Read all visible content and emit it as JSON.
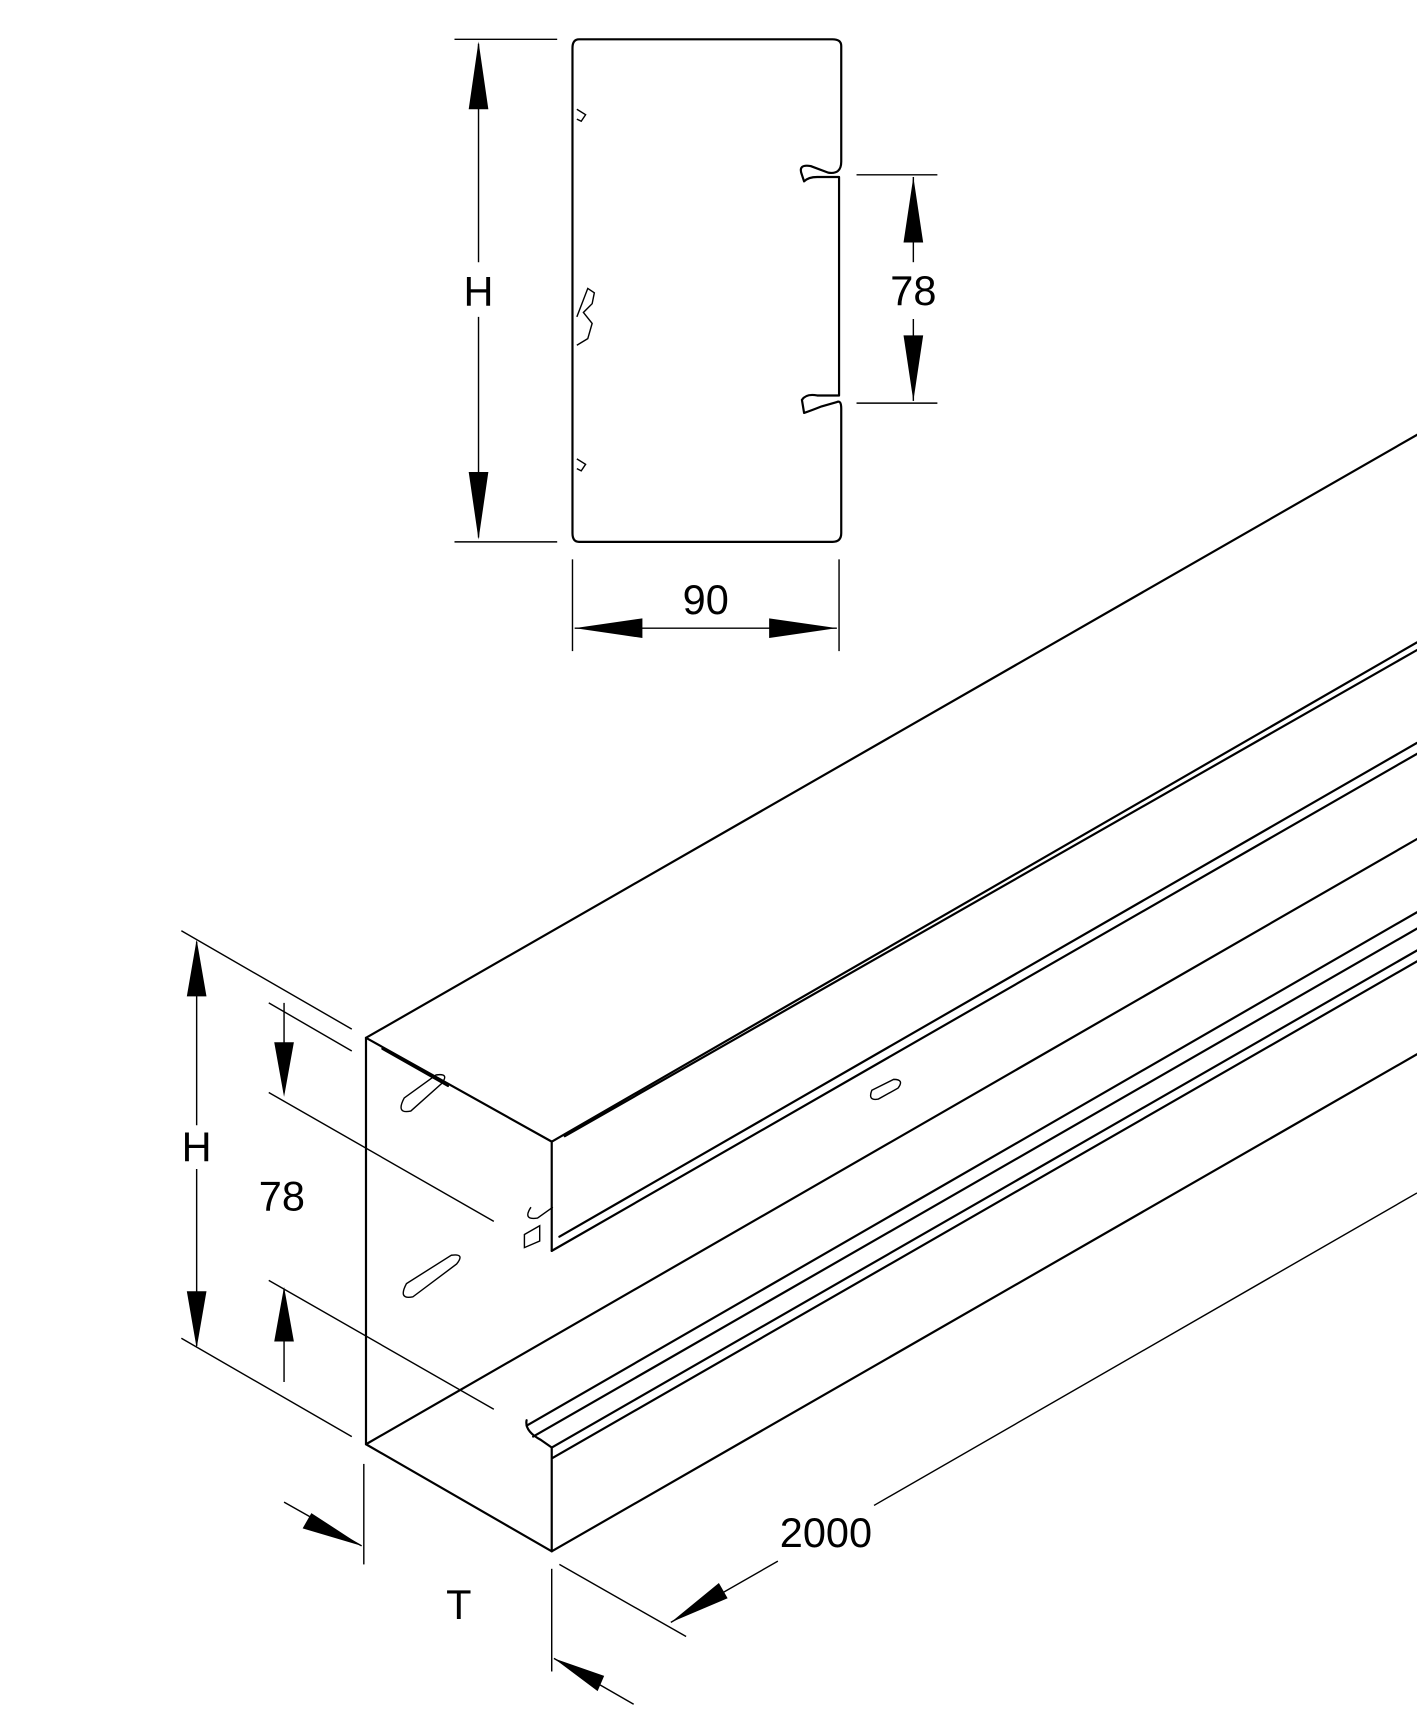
{
  "section_view": {
    "height_label": "H",
    "slot_spacing_label": "78",
    "width_label": "90"
  },
  "iso_view": {
    "height_label": "H",
    "slot_spacing_label": "78",
    "length_label": "2000",
    "depth_label": "T"
  },
  "colors": {
    "line": "#000000",
    "background": "#ffffff"
  }
}
